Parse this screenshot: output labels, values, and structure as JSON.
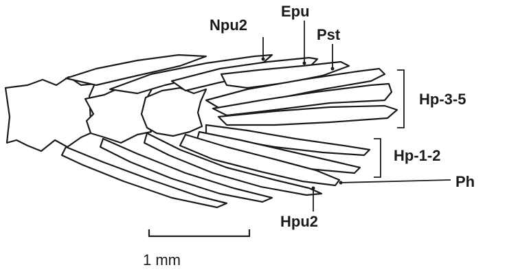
{
  "labels": {
    "npu2": "Npu2",
    "epu": "Epu",
    "pst": "Pst",
    "hp35": "Hp-3-5",
    "hp12": "Hp-1-2",
    "ph": "Ph",
    "hpu2": "Hpu2"
  },
  "scale_bar": {
    "label": "1 mm"
  }
}
